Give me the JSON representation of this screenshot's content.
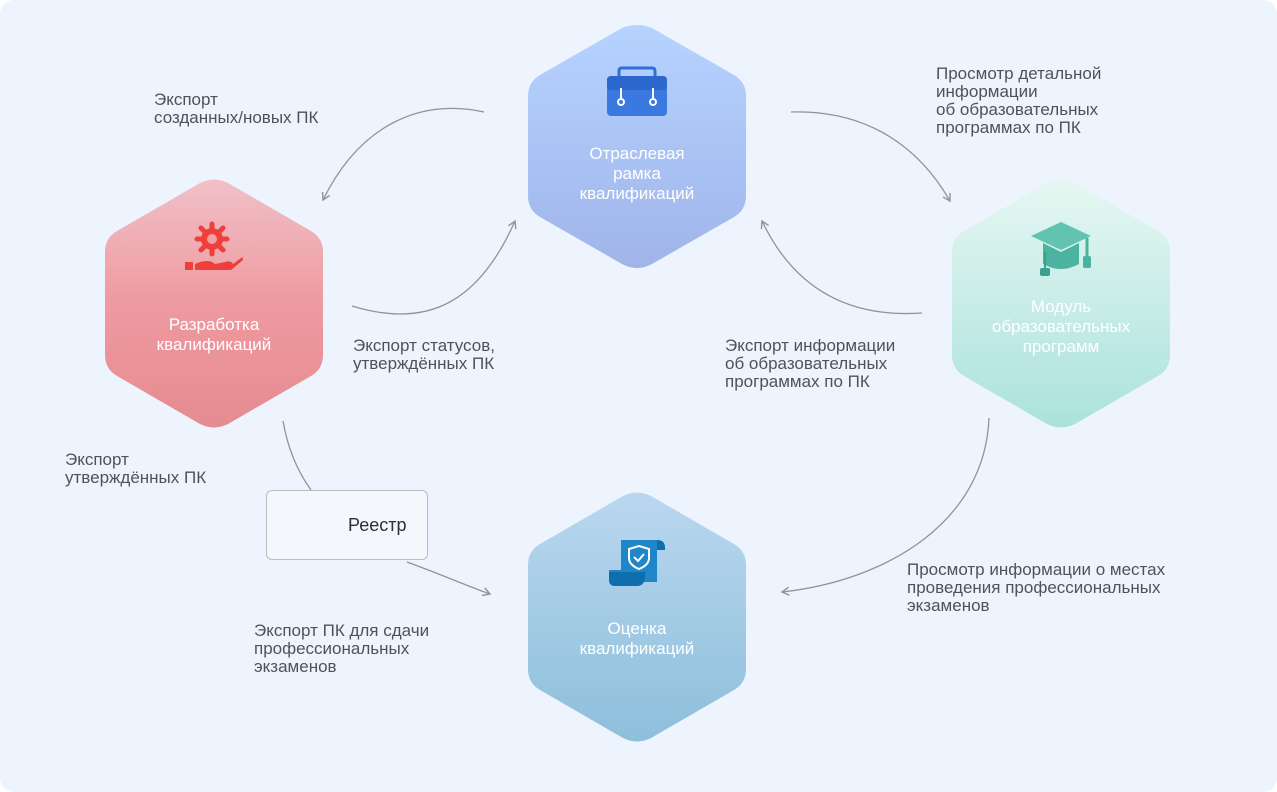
{
  "nodes": {
    "industry": {
      "label": "Отраслевая\nрамка\nквалификаций",
      "icon": "briefcase-icon"
    },
    "development": {
      "label": "Разработка\nквалификаций",
      "icon": "gear-hand-icon"
    },
    "education": {
      "label": "Модуль\nобразовательных\nпрограмм",
      "icon": "graduation-cap-icon"
    },
    "assessment": {
      "label": "Оценка\nквалификаций",
      "icon": "certificate-scroll-icon"
    }
  },
  "registry": {
    "label": "Реестр",
    "icon": "cloud-clipboard-icon"
  },
  "edges": {
    "export_new": "Экспорт\nсозданных/новых ПК",
    "view_details": "Просмотр детальной\nинформации\nоб образовательных\nпрограммах по ПК",
    "export_statuses": "Экспорт статусов,\nутверждённых ПК",
    "export_edu_info": "Экспорт информации\nоб образовательных\nпрограммах по ПК",
    "export_approved": "Экспорт\nутверждённых ПК",
    "view_exam_places": "Просмотр информации о местах\nпроведения профессиональных\nэкзаменов",
    "export_for_exams": "Экспорт ПК для сдачи\nпрофессиональных\nэкзаменов"
  },
  "colors": {
    "background": "#edf4fd",
    "industry": [
      "#b2d0ff",
      "#a2b6ec"
    ],
    "development": [
      "#f1bcc4",
      "#e8868c"
    ],
    "education": [
      "#e4f6f0",
      "#aee3dd"
    ],
    "assessment": [
      "#b7d5ee",
      "#8ec0dc"
    ],
    "arrow": "#8e949b",
    "icon_red": "#ef3f3b",
    "icon_blue": "#1e86c9",
    "icon_gray": "#7d8086"
  }
}
